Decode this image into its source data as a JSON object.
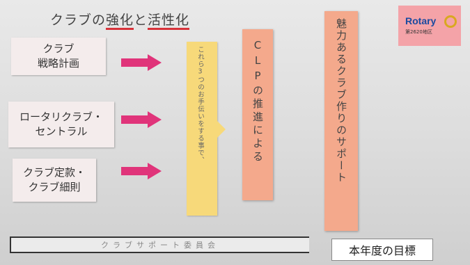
{
  "slide": {
    "title_part1": "クラブの",
    "title_part2": "強化",
    "title_part3": "と",
    "title_part4": "活性化",
    "logo": {
      "name": "Rotary",
      "sub": "第2620地区"
    },
    "left_boxes": [
      {
        "label": "クラブ\n戦略計画"
      },
      {
        "label": "ロータリクラブ・\nセントラル"
      },
      {
        "label": "クラブ定款・\nクラブ細則"
      }
    ],
    "yellow_text": "これら3つのお手伝いをする事で、",
    "clp_text": "CLPの推進による",
    "support_text": "魅力あるクラブ作りのサポート",
    "bottom_strip_text": "クラブサポート委員会",
    "goal_label": "本年度の目標",
    "colors": {
      "arrow": "#e0347a",
      "title_underline": "#d8323a",
      "yellow_box": "#f7d97a",
      "orange_box": "#f4a98c",
      "logo_bg": "#f4a3a8"
    }
  }
}
